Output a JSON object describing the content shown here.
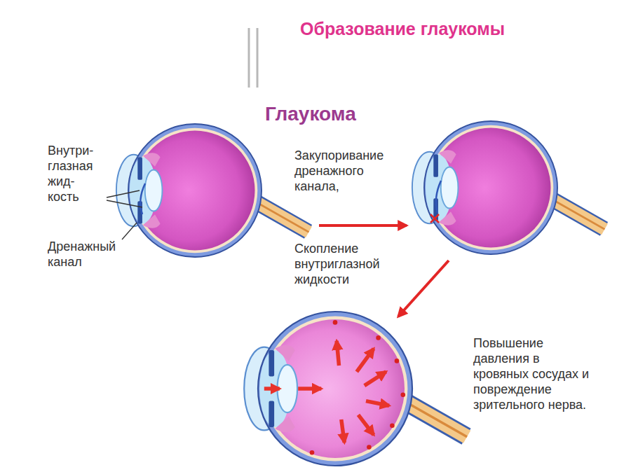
{
  "diagram": {
    "title": "Образование глаукомы",
    "labels": [
      "Глаукома",
      "Внутри- глазная жид- кость",
      "Дренажный канал",
      "Закупоривание дренажного канала,",
      "Скопление внутриглазной жидкости",
      "Повышение давления в кровяных сосудах и повреждение зрительного нерва."
    ]
  }
}
